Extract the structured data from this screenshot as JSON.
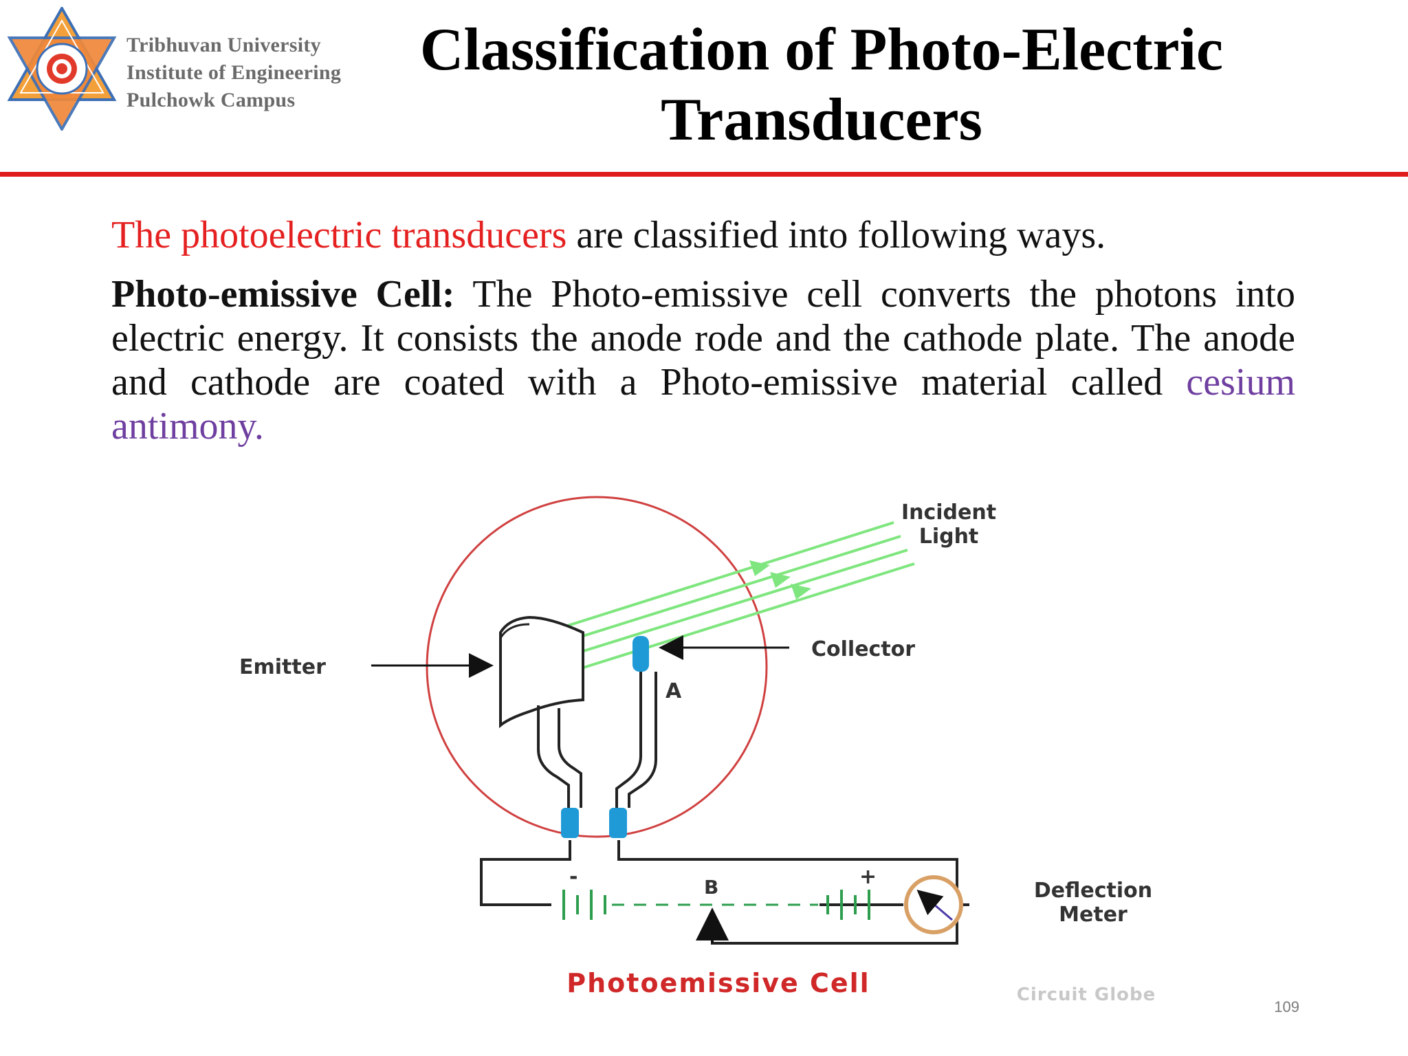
{
  "header": {
    "institution_lines": [
      "Tribhuvan University",
      "Institute of Engineering",
      "Pulchowk Campus"
    ],
    "title_line1": "Classification of Photo-Electric",
    "title_line2": "Transducers"
  },
  "content": {
    "intro_highlight": "The photoelectric transducers",
    "intro_rest": " are classified into following ways.",
    "term": "Photo-emissive Cell:",
    "definition": " The Photo-emissive cell converts the photons into electric energy. It consists the anode rode and the cathode plate. The anode and cathode are coated with a Photo-emissive material called ",
    "material": "cesium antimony."
  },
  "diagram": {
    "incident_line1": "Incident",
    "incident_line2": "Light",
    "emitter": "Emitter",
    "collector": "Collector",
    "anode_label": "A",
    "battery_label": "B",
    "minus": "-",
    "plus": "+",
    "meter_line1": "Deflection",
    "meter_line2": "Meter",
    "caption": "Photoemissive Cell",
    "watermark": "Circuit Globe",
    "colors": {
      "light": "#7fe67f",
      "bulb": "#d04040",
      "electrode": "#1f9ad6",
      "battery": "#2e9e4e",
      "meter": "#d9a066",
      "caption": "#d02828"
    }
  },
  "footer": {
    "page_number": "109"
  }
}
